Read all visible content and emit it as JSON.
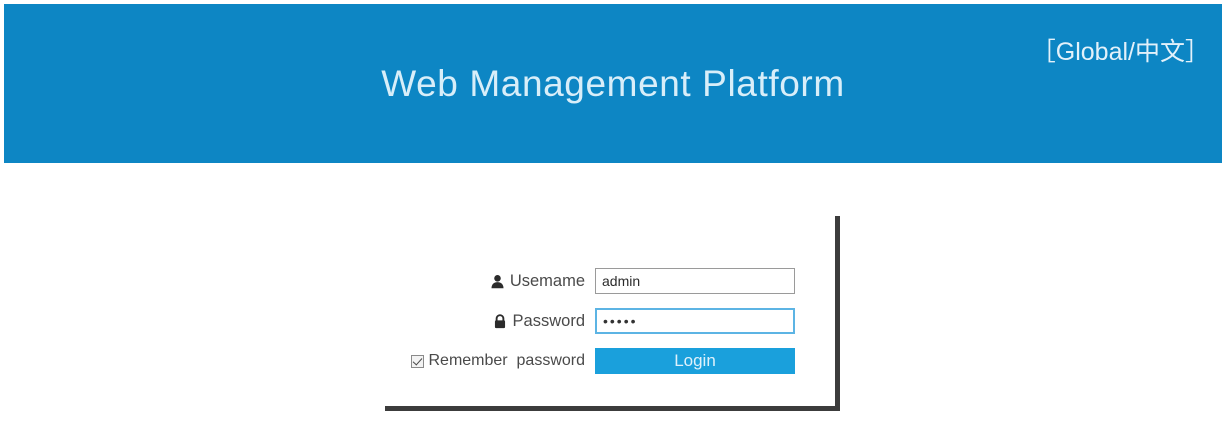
{
  "header": {
    "title": "Web Management Platform",
    "language_switcher": "［Global/中文］",
    "background_color": "#0d86c4",
    "title_color": "#d8eef9"
  },
  "login": {
    "username": {
      "icon": "user-icon",
      "label": "Usemame",
      "value": "admin",
      "placeholder": ""
    },
    "password": {
      "icon": "lock-icon",
      "label": "Password",
      "value": "•••••",
      "placeholder": "",
      "focused": true,
      "focus_border_color": "#5cb4e4"
    },
    "remember": {
      "label": "Remember  password",
      "checked": true
    },
    "submit": {
      "label": "Login",
      "background_color": "#1aa0dc",
      "text_color": "#dff1fb"
    },
    "panel_border_color": "#3c3c3c"
  }
}
